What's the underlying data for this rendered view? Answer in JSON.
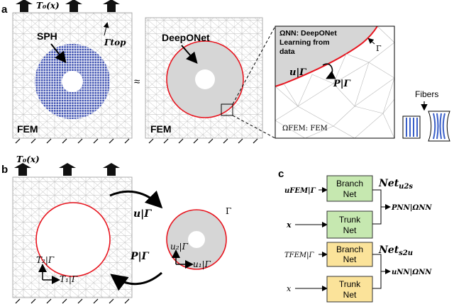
{
  "panel_a": {
    "letter": "a",
    "load_label": "T₀(x)",
    "gamma_top": "Γtop",
    "sph": "SPH",
    "fem_left": "FEM",
    "approx": "≈",
    "deeponet": "DeepONet",
    "fem_mid": "FEM",
    "zoom_nn_line1": "ΩNN:  DeepONet",
    "zoom_nn_line2": "Learning from",
    "zoom_nn_line3": "data",
    "zoom_gamma": "Γ",
    "zoom_u": "u|Γ",
    "zoom_p": "P|Γ",
    "zoom_fem": "ΩFEM: FEM",
    "fibers": "Fibers"
  },
  "panel_b": {
    "letter": "b",
    "load_label": "T₀(x)",
    "t2": "T₂|Γ",
    "t1": "T₁|Γ",
    "u": "u|Γ",
    "p": "P|Γ",
    "gamma": "Γ",
    "u2": "u₂|Γ",
    "u1": "u₁|Γ"
  },
  "panel_c": {
    "letter": "c",
    "net1": {
      "title": "Net",
      "title_sub": "u2s",
      "branch_input": "uFEM|Γ",
      "trunk_input": "x",
      "branch_l1": "Branch",
      "branch_l2": "Net",
      "trunk_l1": "Trunk",
      "trunk_l2": "Net",
      "output": "PNN|ΩNN"
    },
    "net2": {
      "title": "Net",
      "title_sub": "s2u",
      "branch_input": "TFEM|Γ",
      "trunk_input": "x",
      "branch_l1": "Branch",
      "branch_l2": "Net",
      "trunk_l1": "Trunk",
      "trunk_l2": "Net",
      "output": "uNN|ΩNN"
    }
  },
  "colors": {
    "mesh": "#b4b4b4",
    "sph_blue": "#3c4fb0",
    "red_circle": "#e8141e",
    "gray_fill": "#d6d6d6",
    "green_box": "#c6e8b0",
    "yellow_box": "#fbe39a",
    "fiber_blue": "#3a5fc8"
  }
}
